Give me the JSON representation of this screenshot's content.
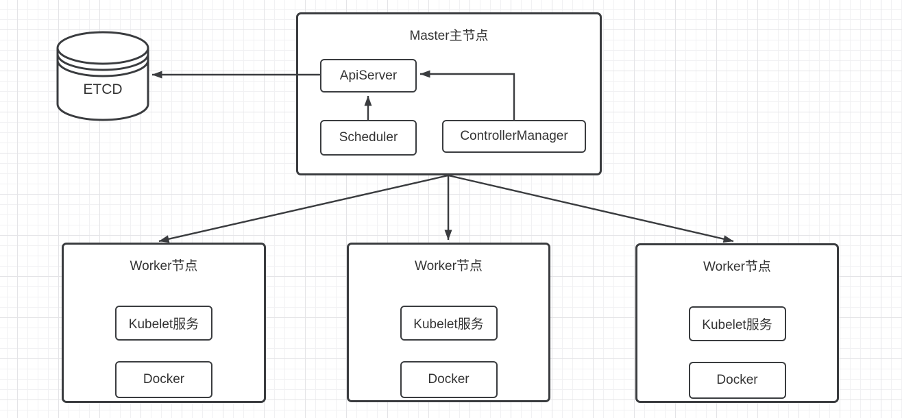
{
  "colors": {
    "stroke": "#3a3c3f",
    "text": "#333333",
    "background": "#ffffff",
    "grid_minor": "#f1f1f3",
    "grid_major": "#e4e4e7"
  },
  "etcd": {
    "label": "ETCD"
  },
  "master": {
    "title": "Master主节点",
    "api_server": "ApiServer",
    "scheduler": "Scheduler",
    "controller_manager": "ControllerManager"
  },
  "workers": [
    {
      "title": "Worker节点",
      "kubelet": "Kubelet服务",
      "docker": "Docker"
    },
    {
      "title": "Worker节点",
      "kubelet": "Kubelet服务",
      "docker": "Docker"
    },
    {
      "title": "Worker节点",
      "kubelet": "Kubelet服务",
      "docker": "Docker"
    }
  ],
  "edges": [
    {
      "from": "ApiServer",
      "to": "ETCD",
      "direction": "left"
    },
    {
      "from": "Scheduler",
      "to": "ApiServer",
      "direction": "up"
    },
    {
      "from": "ControllerManager",
      "to": "ApiServer",
      "direction": "up-then-left"
    },
    {
      "from": "Master主节点",
      "to": "Worker节点-left",
      "direction": "down-left"
    },
    {
      "from": "Master主节点",
      "to": "Worker节点-middle",
      "direction": "down"
    },
    {
      "from": "Master主节点",
      "to": "Worker节点-right",
      "direction": "down-right"
    }
  ]
}
